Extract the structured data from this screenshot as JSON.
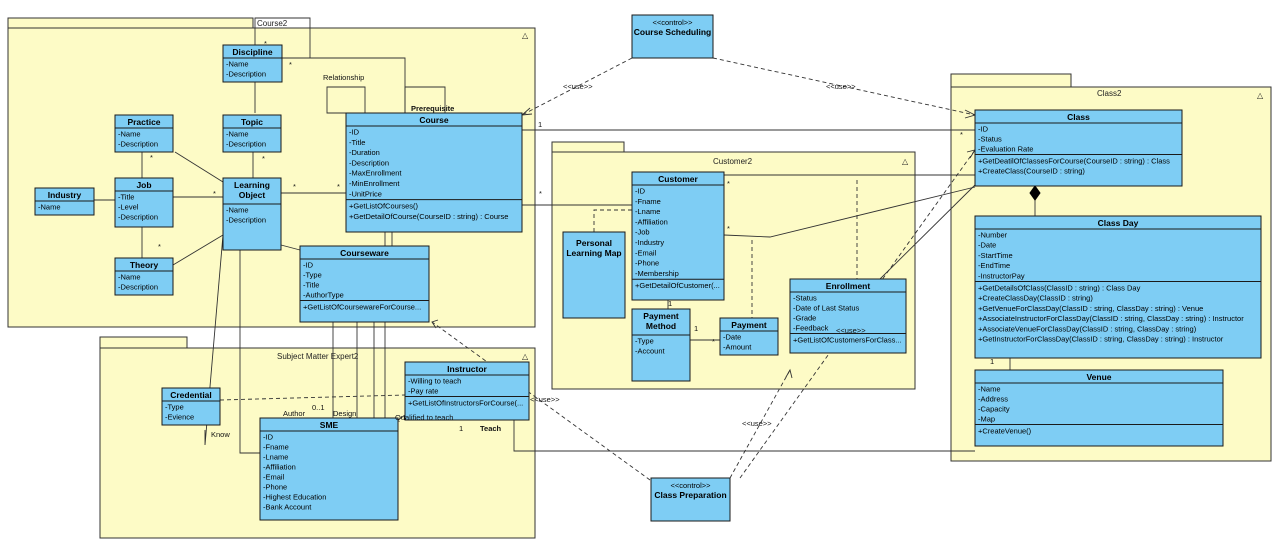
{
  "packages": {
    "course2": {
      "name": "Course2"
    },
    "customer2": {
      "name": "Customer2"
    },
    "sme2": {
      "name": "Subject Matter Expert2"
    },
    "class2": {
      "name": "Class2"
    }
  },
  "classes": {
    "discipline": {
      "name": "Discipline",
      "attributes": [
        "-Name",
        "-Description"
      ],
      "operations": []
    },
    "practice": {
      "name": "Practice",
      "attributes": [
        "-Name",
        "-Description"
      ],
      "operations": []
    },
    "topic": {
      "name": "Topic",
      "attributes": [
        "-Name",
        "-Description"
      ],
      "operations": []
    },
    "industry": {
      "name": "Industry",
      "attributes": [
        "-Name"
      ],
      "operations": []
    },
    "job": {
      "name": "Job",
      "attributes": [
        "-Title",
        "-Level",
        "-Description"
      ],
      "operations": []
    },
    "learning_object": {
      "name": "Learning Object",
      "attributes": [
        "-Name",
        "-Description"
      ],
      "operations": []
    },
    "theory": {
      "name": "Theory",
      "attributes": [
        "-Name",
        "-Description"
      ],
      "operations": []
    },
    "course": {
      "name": "Course",
      "attributes": [
        "-ID",
        "-Title",
        "-Duration",
        "-Description",
        "-MaxEnrollment",
        "-MinEnrollment",
        "-UnitPrice"
      ],
      "operations": [
        "+GetListOfCourses()",
        "+GetDetailOfCourse(CourseID : string) : Course"
      ]
    },
    "courseware": {
      "name": "Courseware",
      "attributes": [
        "-ID",
        "-Type",
        "-Title",
        "-AuthorType"
      ],
      "operations": [
        "+GetListOfCoursewareForCourse..."
      ]
    },
    "course_scheduling": {
      "stereotype": "<<control>>",
      "name": "Course Scheduling",
      "attributes": [],
      "operations": []
    },
    "customer": {
      "name": "Customer",
      "attributes": [
        "-ID",
        "-Fname",
        "-Lname",
        "-Affiliation",
        "-Job",
        "-Industry",
        "-Email",
        "-Phone",
        "-Membership"
      ],
      "operations": [
        "+GetDetailOfCustomer(..."
      ]
    },
    "personal_learning_map": {
      "name": "Personal Learning Map",
      "attributes": [],
      "operations": []
    },
    "payment_method": {
      "name": "Payment Method",
      "attributes": [
        "-Type",
        "-Account"
      ],
      "operations": []
    },
    "payment": {
      "name": "Payment",
      "attributes": [
        "-Date",
        "-Amount"
      ],
      "operations": []
    },
    "enrollment": {
      "name": "Enrollment",
      "attributes": [
        "-Status",
        "-Date of Last Status",
        "-Grade",
        "-Feedback"
      ],
      "operations": [
        "+GetListOfCustomersForClass..."
      ]
    },
    "class": {
      "name": "Class",
      "attributes": [
        "-ID",
        "-Status",
        "-Evaluation Rate"
      ],
      "operations": [
        "+GetDeatilOfClassesForCourse(CourseID : string) : Class",
        "+CreateClass(CourseID : string)"
      ]
    },
    "class_day": {
      "name": "Class Day",
      "attributes": [
        "-Number",
        "-Date",
        "-StartTime",
        "-EndTime",
        "-InstructorPay"
      ],
      "operations": [
        "+GetDetailsOfClass(ClassID : string) : Class Day",
        "+CreateClassDay(ClassID : string)",
        "+GetVenueForClassDay(ClassID : string, ClassDay : string) : Venue",
        "+AssociateInstructorForClassDay(ClassID : string, ClassDay : string) : Instructor",
        "+AssociateVenueForClassDay(ClassID : string, ClassDay : string)",
        "+GetInstructorForClassDay(ClassID : string, ClassDay : string) : Instructor"
      ]
    },
    "venue": {
      "name": "Venue",
      "attributes": [
        "-Name",
        "-Address",
        "-Capacity",
        "-Map"
      ],
      "operations": [
        "+CreateVenue()"
      ]
    },
    "credential": {
      "name": "Credential",
      "attributes": [
        "-Type",
        "-Evience"
      ],
      "operations": []
    },
    "instructor": {
      "name": "Instructor",
      "attributes": [
        "-Willing to teach",
        "-Pay rate"
      ],
      "operations": [
        "+GetListOfInstructorsForCourse(..."
      ]
    },
    "sme": {
      "name": "SME",
      "attributes": [
        "-ID",
        "-Fname",
        "-Lname",
        "-Affiliation",
        "-Email",
        "-Phone",
        "-Highest Education",
        "-Bank Account"
      ],
      "operations": []
    },
    "class_preparation": {
      "stereotype": "<<control>>",
      "name": "Class Preparation",
      "attributes": [],
      "operations": []
    }
  },
  "labels": {
    "relationship": "Relationship",
    "prerequisite": "Prerequisite",
    "use1": "<<use>>",
    "use2": "<<use>>",
    "use3": "<<use>>",
    "use4": "<<use>>",
    "use5": "<<use>>",
    "author": "Author",
    "design": "Design",
    "qualified": "Qualified to teach",
    "know": "Know",
    "teach": "Teach"
  },
  "multiplicities": {
    "star": "*",
    "one": "1",
    "zero_one": "0..1"
  }
}
